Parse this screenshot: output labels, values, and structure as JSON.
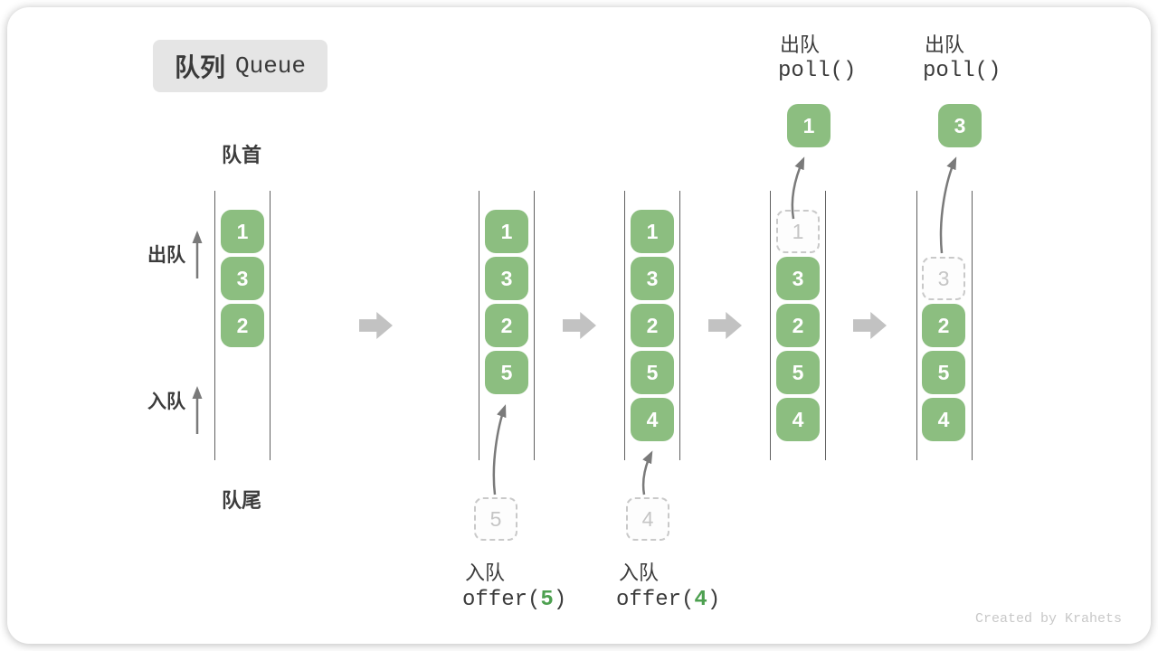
{
  "title": {
    "zh": "队列",
    "en": "Queue"
  },
  "side_labels": {
    "front": "队首",
    "rear": "队尾",
    "dequeue": "出队",
    "enqueue": "入队"
  },
  "columns": [
    {
      "slots": [
        {
          "v": "1"
        },
        {
          "v": "3"
        },
        {
          "v": "2"
        }
      ]
    },
    {
      "slots": [
        {
          "v": "1"
        },
        {
          "v": "3"
        },
        {
          "v": "2"
        },
        {
          "v": "5"
        }
      ]
    },
    {
      "slots": [
        {
          "v": "1"
        },
        {
          "v": "3"
        },
        {
          "v": "2"
        },
        {
          "v": "5"
        },
        {
          "v": "4"
        }
      ]
    },
    {
      "slots": [
        {
          "v": "1",
          "removed": true
        },
        {
          "v": "3"
        },
        {
          "v": "2"
        },
        {
          "v": "5"
        },
        {
          "v": "4"
        }
      ]
    },
    {
      "slots": [
        {
          "v": "3",
          "removed": true
        },
        {
          "v": "2"
        },
        {
          "v": "5"
        },
        {
          "v": "4"
        }
      ]
    }
  ],
  "operations": [
    {
      "kind": "enqueue",
      "label": "入队",
      "code_pre": "offer(",
      "arg": "5",
      "code_post": ")",
      "ghost_value": "5"
    },
    {
      "kind": "enqueue",
      "label": "入队",
      "code_pre": "offer(",
      "arg": "4",
      "code_post": ")",
      "ghost_value": "4"
    },
    {
      "kind": "dequeue",
      "label": "出队",
      "code": "poll()",
      "popped_value": "1"
    },
    {
      "kind": "dequeue",
      "label": "出队",
      "code": "poll()",
      "popped_value": "3"
    }
  ],
  "watermark": "Created by Krahets",
  "colors": {
    "item_green": "#8cbe80",
    "arg_green": "#4da050",
    "rail_gray": "#606060",
    "thin_arrow_gray": "#7a7a7a",
    "block_arrow_gray": "#c2c2c2",
    "ghost_gray": "#c9c9c9",
    "text_dark": "#3c3c3c",
    "badge_bg": "#e5e5e5"
  }
}
